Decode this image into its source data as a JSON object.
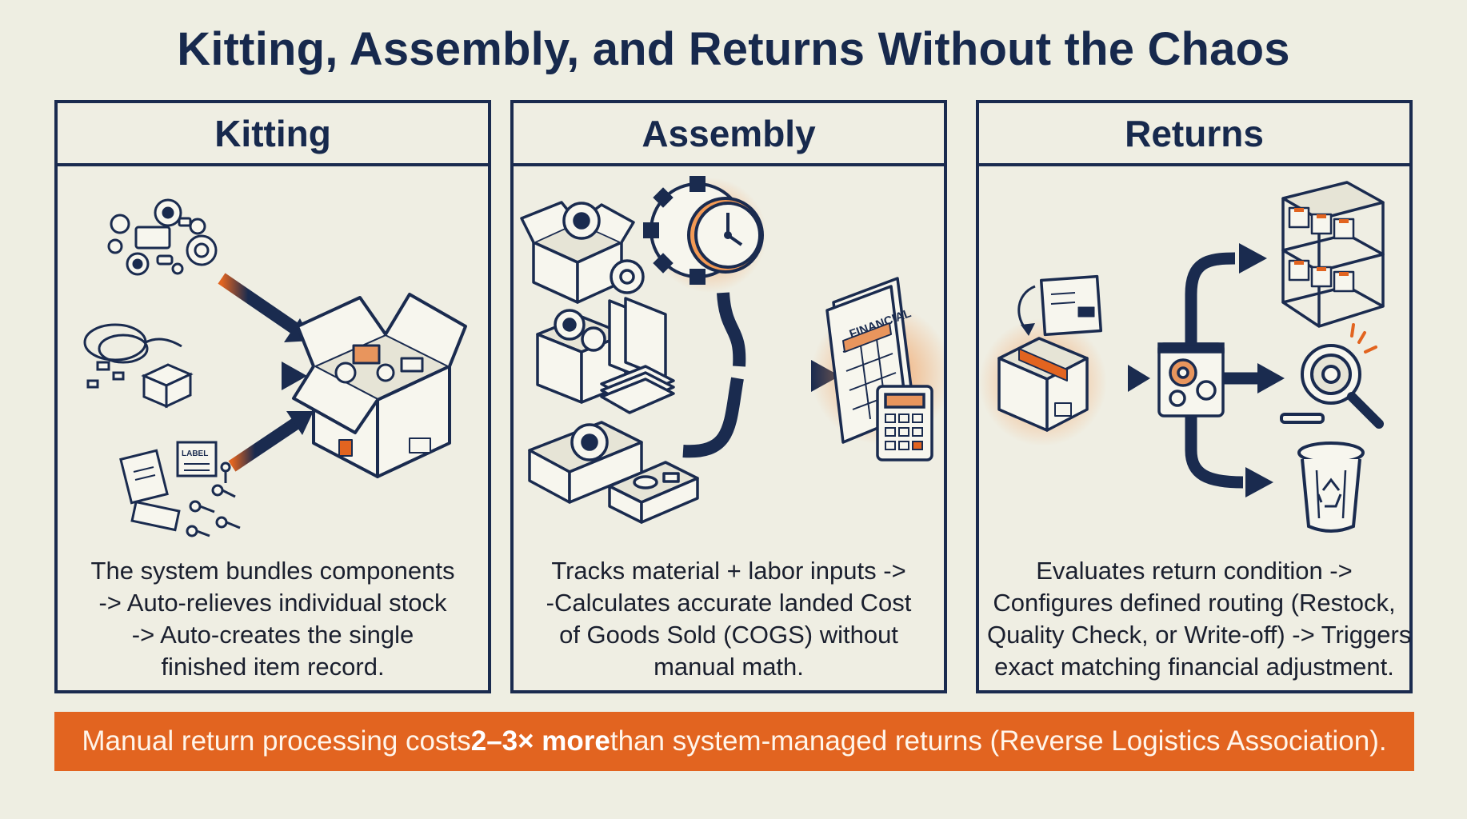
{
  "title": "Kitting, Assembly, and Returns Without the Chaos",
  "colors": {
    "navy": "#1a2b4f",
    "orange": "#e26420",
    "background": "#eeeee2"
  },
  "panels": [
    {
      "title": "Kitting",
      "icons": [
        "gears-and-parts-icon",
        "cables-icon",
        "labels-and-screws-icon",
        "kit-box-icon"
      ],
      "label_text": "LABEL",
      "description": [
        "The system bundles components",
        "-> Auto-relieves individual stock",
        "-> Auto-creates the single",
        "finished item record."
      ]
    },
    {
      "title": "Assembly",
      "icons": [
        "parts-box-icon",
        "gear-clock-icon",
        "materials-icon",
        "tray-icon",
        "financial-ledger-icon",
        "calculator-icon"
      ],
      "ledger_text": "FINANCIAL",
      "description": [
        "Tracks material + labor inputs ->",
        "-Calculates accurate landed Cost",
        "of Goods Sold (COGS) without",
        "manual math."
      ]
    },
    {
      "title": "Returns",
      "icons": [
        "return-package-icon",
        "processing-unit-icon",
        "warehouse-shelf-icon",
        "inspection-magnifier-icon",
        "recycle-bin-icon"
      ],
      "description": [
        "Evaluates return condition ->",
        "Configures defined routing (Restock,",
        "Quality Check, or Write-off) -> Triggers",
        "exact matching financial adjustment."
      ]
    }
  ],
  "footer": {
    "before": "Manual return processing costs ",
    "emphasis": "2–3× more",
    "after": " than system-managed returns (Reverse Logistics Association)."
  }
}
